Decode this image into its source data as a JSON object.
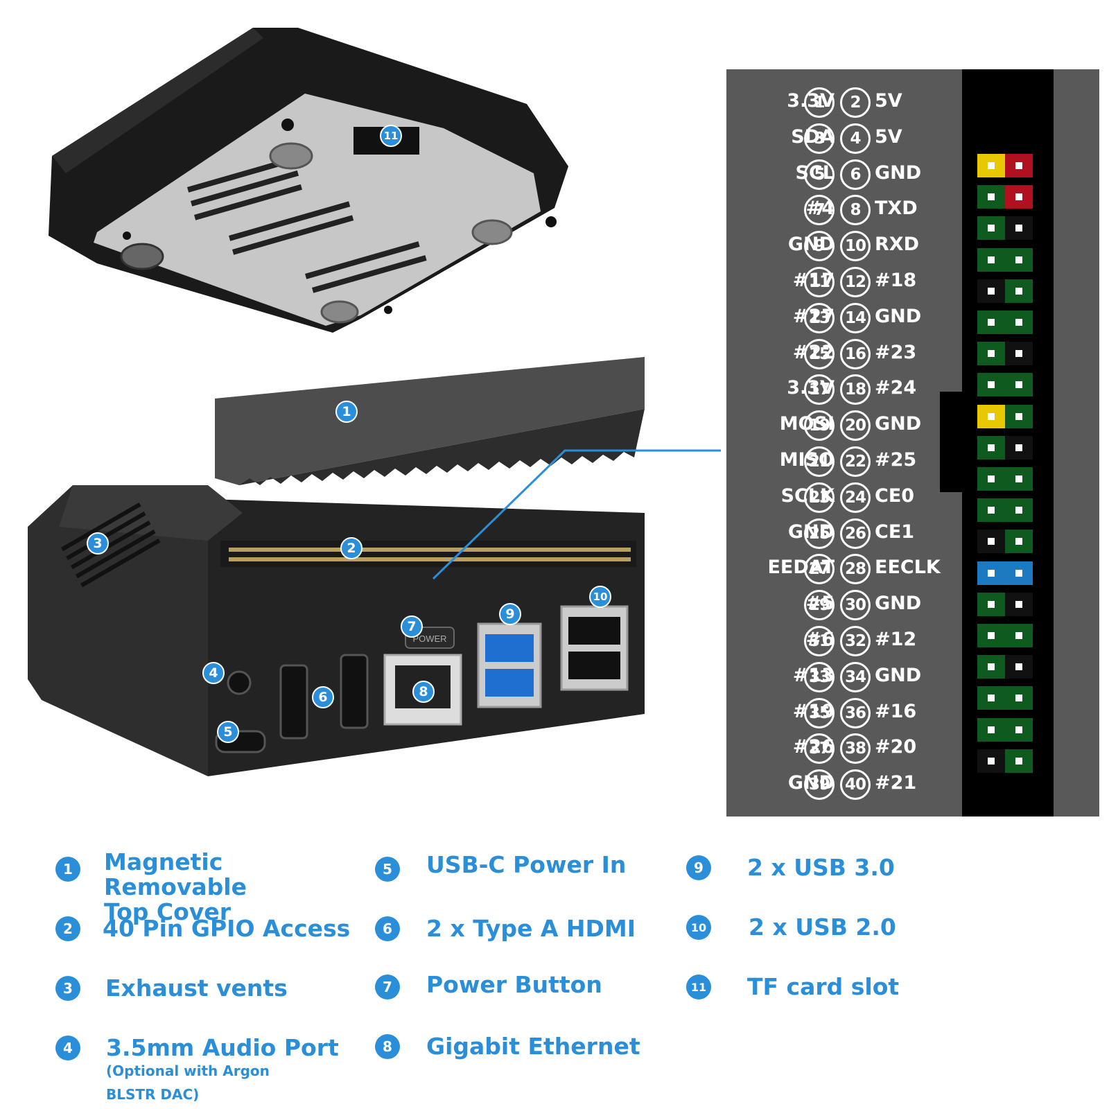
{
  "callouts": [
    "1",
    "2",
    "3",
    "4",
    "5",
    "6",
    "7",
    "8",
    "9",
    "10",
    "11"
  ],
  "board_power_label": "POWER",
  "pinout": {
    "rows": [
      {
        "left": "3.3V",
        "odd": "1",
        "even": "2",
        "right": "5V"
      },
      {
        "left": "SDA",
        "odd": "3",
        "even": "4",
        "right": "5V"
      },
      {
        "left": "SCL",
        "odd": "5",
        "even": "6",
        "right": "GND"
      },
      {
        "left": "#4",
        "odd": "7",
        "even": "8",
        "right": "TXD"
      },
      {
        "left": "GND",
        "odd": "9",
        "even": "10",
        "right": "RXD"
      },
      {
        "left": "#17",
        "odd": "11",
        "even": "12",
        "right": "#18"
      },
      {
        "left": "#27",
        "odd": "13",
        "even": "14",
        "right": "GND"
      },
      {
        "left": "#22",
        "odd": "15",
        "even": "16",
        "right": "#23"
      },
      {
        "left": "3.3V",
        "odd": "17",
        "even": "18",
        "right": "#24"
      },
      {
        "left": "MOSI",
        "odd": "19",
        "even": "20",
        "right": "GND"
      },
      {
        "left": "MISO",
        "odd": "21",
        "even": "22",
        "right": "#25"
      },
      {
        "left": "SCLK",
        "odd": "23",
        "even": "24",
        "right": "CE0"
      },
      {
        "left": "GND",
        "odd": "25",
        "even": "26",
        "right": "CE1"
      },
      {
        "left": "EEDAT",
        "odd": "27",
        "even": "28",
        "right": "EECLK"
      },
      {
        "left": "#5",
        "odd": "29",
        "even": "30",
        "right": "GND"
      },
      {
        "left": "#6",
        "odd": "31",
        "even": "32",
        "right": "#12"
      },
      {
        "left": "#13",
        "odd": "33",
        "even": "34",
        "right": "GND"
      },
      {
        "left": "#19",
        "odd": "35",
        "even": "36",
        "right": "#16"
      },
      {
        "left": "#26",
        "odd": "37",
        "even": "38",
        "right": "#20"
      },
      {
        "left": "GND",
        "odd": "39",
        "even": "40",
        "right": "#21"
      }
    ],
    "swatches": [
      [
        "yellow",
        "red"
      ],
      [
        "green",
        "red"
      ],
      [
        "green",
        "black"
      ],
      [
        "green",
        "green"
      ],
      [
        "black",
        "green"
      ],
      [
        "green",
        "green"
      ],
      [
        "green",
        "black"
      ],
      [
        "green",
        "green"
      ],
      [
        "yellow",
        "green"
      ],
      [
        "green",
        "black"
      ],
      [
        "green",
        "green"
      ],
      [
        "green",
        "green"
      ],
      [
        "black",
        "green"
      ],
      [
        "blue",
        "blue"
      ],
      [
        "green",
        "black"
      ],
      [
        "green",
        "green"
      ],
      [
        "green",
        "black"
      ],
      [
        "green",
        "green"
      ],
      [
        "green",
        "green"
      ],
      [
        "black",
        "green"
      ]
    ],
    "colors": {
      "yellow": "#e8c800",
      "red": "#b01020",
      "green": "#0f5a1e",
      "black": "#111111",
      "blue": "#1e7ac0"
    }
  },
  "legend": [
    {
      "num": "1",
      "text": "Magnetic Removable\nTop Cover"
    },
    {
      "num": "2",
      "text": "40 Pin GPIO Access"
    },
    {
      "num": "3",
      "text": "Exhaust vents"
    },
    {
      "num": "4",
      "text": "3.5mm Audio Port",
      "note": "(Optional with Argon BLSTR DAC)"
    },
    {
      "num": "5",
      "text": "USB-C Power In"
    },
    {
      "num": "6",
      "text": "2 x Type A HDMI"
    },
    {
      "num": "7",
      "text": "Power Button"
    },
    {
      "num": "8",
      "text": "Gigabit Ethernet"
    },
    {
      "num": "9",
      "text": "2 x USB 3.0"
    },
    {
      "num": "10",
      "text": "2 x USB 2.0"
    },
    {
      "num": "11",
      "text": "TF card slot"
    }
  ],
  "accent_color": "#2a8fd8"
}
